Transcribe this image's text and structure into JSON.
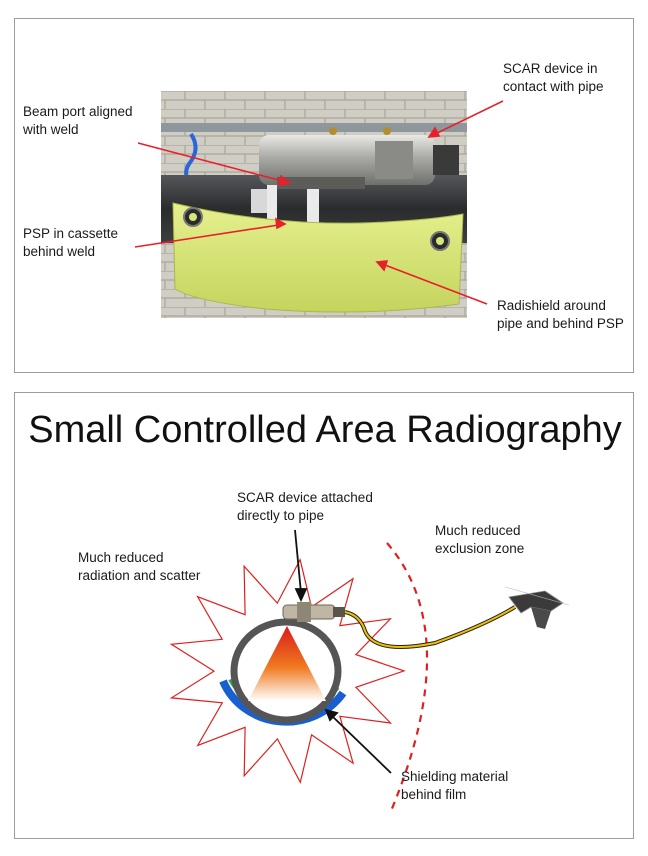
{
  "slide1": {
    "labels": {
      "beam_port": "Beam port aligned\nwith weld",
      "scar_contact": "SCAR device in\ncontact with pipe",
      "psp": "PSP in cassette\nbehind weld",
      "radishield": "Radishield around\npipe and behind PSP"
    },
    "colors": {
      "arrow": "#e8202a",
      "shield": "#d7e67a",
      "pipe": "#3a3a3a",
      "device": "#b8b8b4"
    }
  },
  "slide2": {
    "title": "Small Controlled Area Radiography",
    "labels": {
      "scar_attached": "SCAR device attached\ndirectly to pipe",
      "reduced_radiation": "Much reduced\nradiation and scatter",
      "reduced_exclusion": "Much reduced\nexclusion zone",
      "shielding": "Shielding material\nbehind film"
    },
    "colors": {
      "star_outline": "#e02020",
      "exclusion_dash": "#e02020",
      "pipe_ring": "#555555",
      "film": "#2aa84a",
      "shield": "#1a5fd0",
      "cable": "#f0c000"
    }
  }
}
